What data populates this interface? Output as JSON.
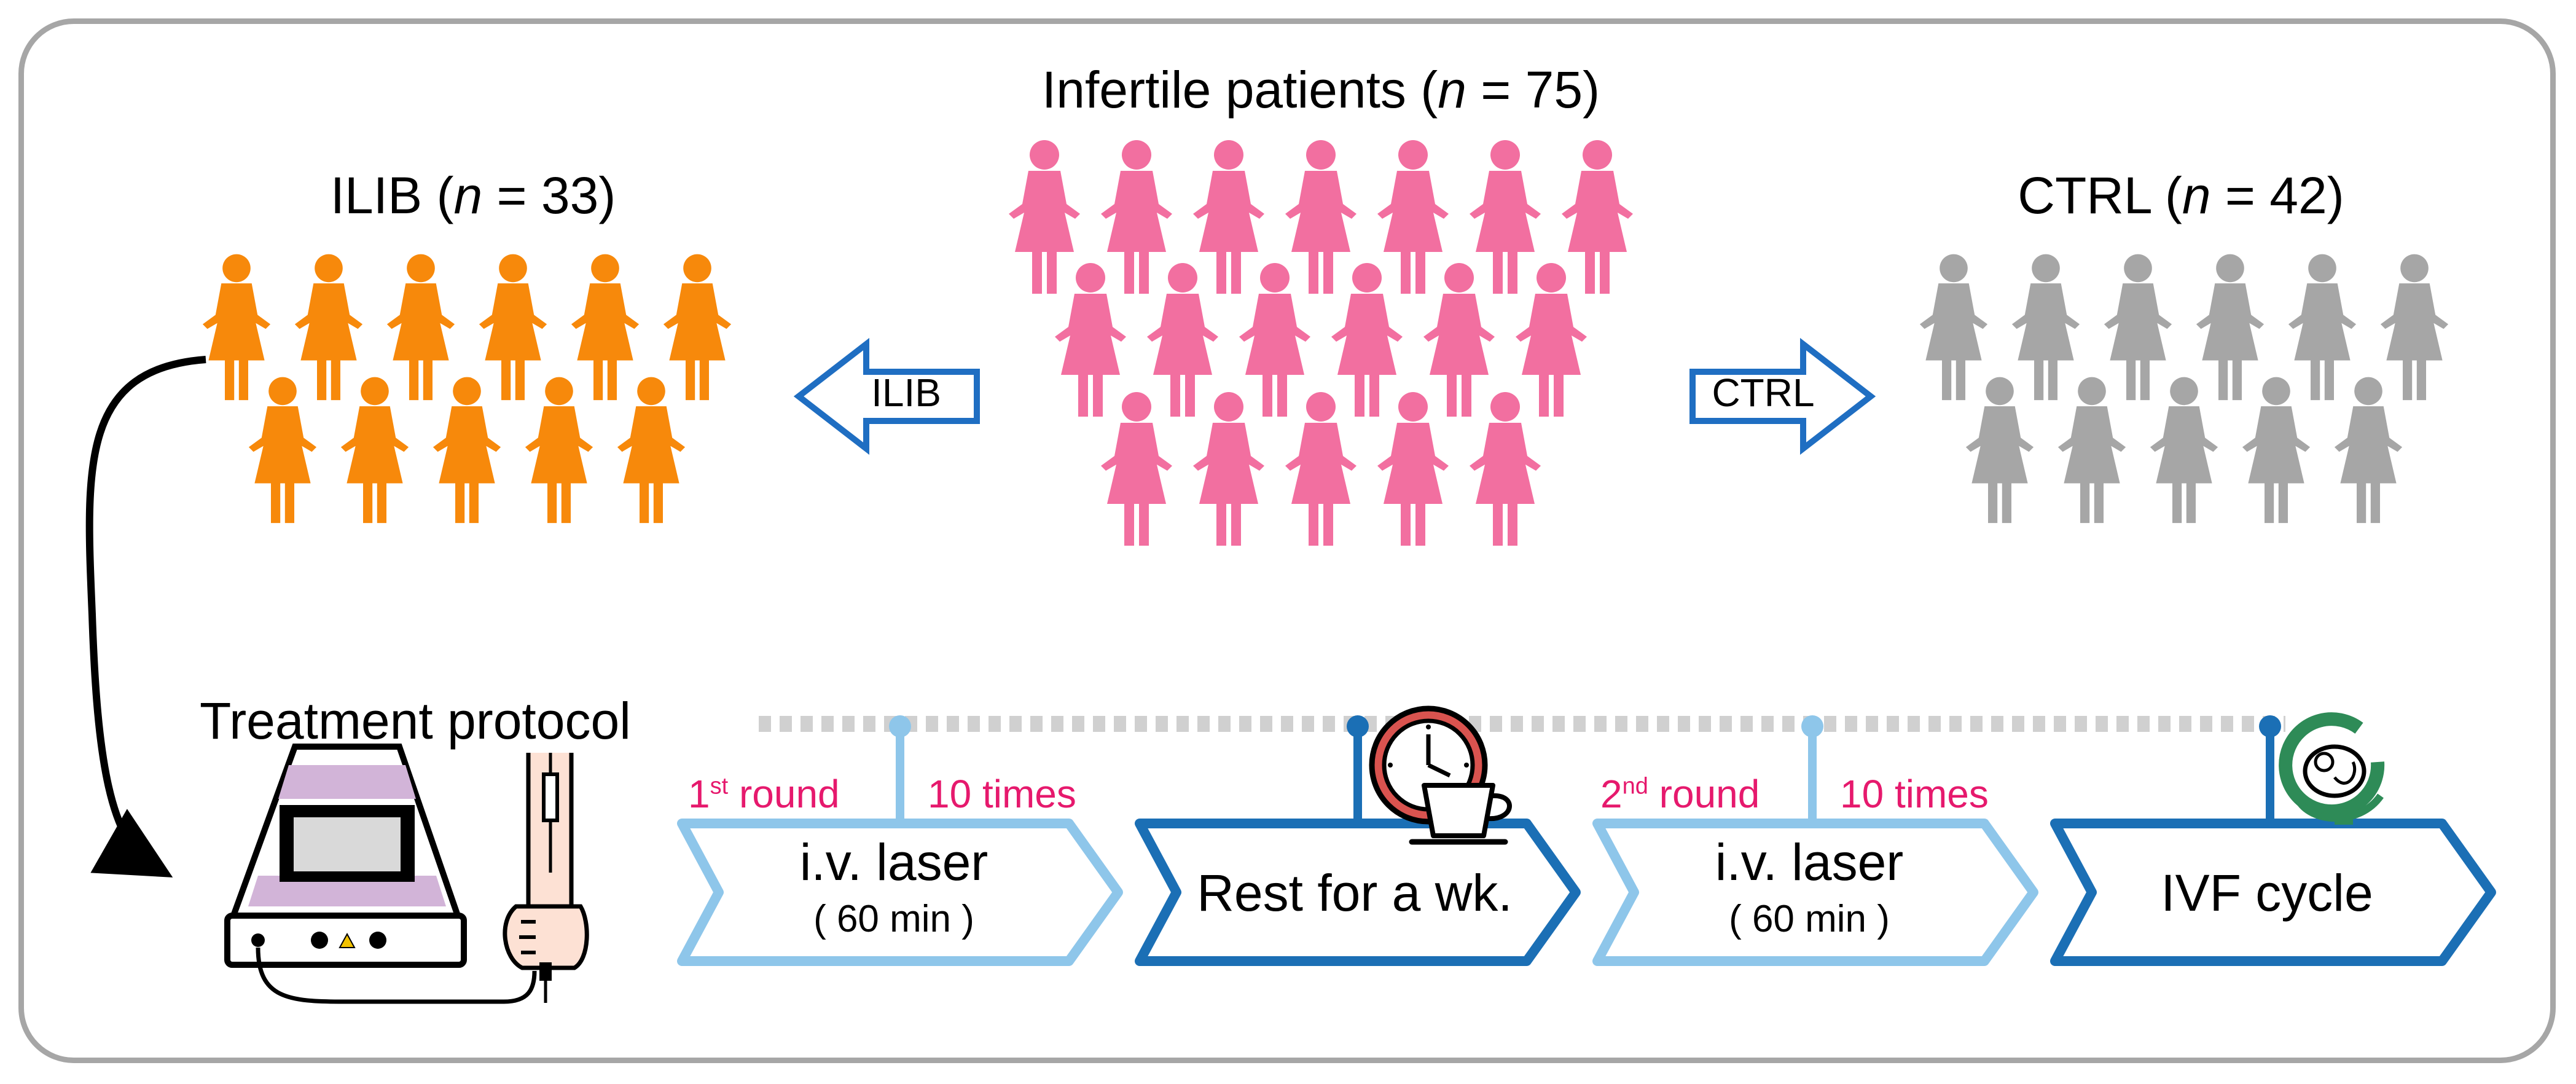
{
  "groups": {
    "total": {
      "label_prefix": "Infertile patients (",
      "n_var": "n",
      "label_suffix": " = 75)",
      "count": 75,
      "color": "#f26fa0"
    },
    "ilib": {
      "label_prefix": "ILIB (",
      "n_var": "n",
      "label_suffix": " = 33)",
      "count": 33,
      "color": "#f7890b"
    },
    "ctrl": {
      "label_prefix": "CTRL (",
      "n_var": "n",
      "label_suffix": " = 42)",
      "count": 42,
      "color": "#a6a6a6"
    }
  },
  "arrows": {
    "ilib_label": "ILIB",
    "ctrl_label": "CTRL",
    "color": "#1f6ec2"
  },
  "protocol": {
    "title": "Treatment protocol",
    "rounds": [
      {
        "ordinal": "1",
        "sup": "st",
        "word": " round",
        "times": "10 times"
      },
      {
        "ordinal": "2",
        "sup": "nd",
        "word": " round",
        "times": "10 times"
      }
    ],
    "steps": [
      {
        "main": "i.v. laser",
        "sub": "( 60 min )",
        "color": "#8ec6ea"
      },
      {
        "main": "Rest for a wk.",
        "sub": "",
        "color": "#1b6fb5"
      },
      {
        "main": "i.v. laser",
        "sub": "( 60 min )",
        "color": "#8ec6ea"
      },
      {
        "main": "IVF cycle",
        "sub": "",
        "color": "#1b6fb5"
      }
    ],
    "accent_color": "#e6196d"
  },
  "icons": [
    "laser-device-icon",
    "iv-arm-icon",
    "clock-icon",
    "coffee-cup-icon",
    "fetus-logo-icon",
    "person-icon"
  ]
}
